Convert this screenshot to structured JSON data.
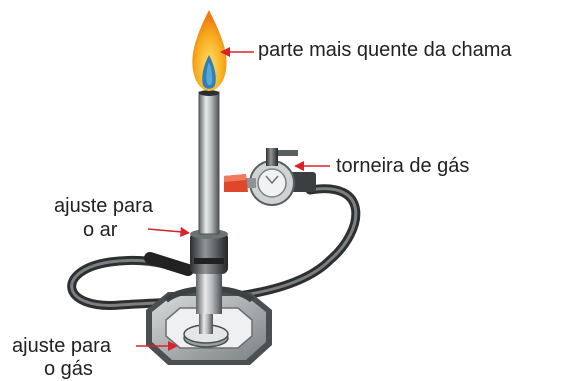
{
  "labels": {
    "hottest_flame": "parte mais quente da chama",
    "gas_valve": "torneira de gás",
    "air_adjust_line1": "ajuste para",
    "air_adjust_line2": "o ar",
    "gas_adjust_line1": "ajuste para",
    "gas_adjust_line2": "o gás"
  },
  "colors": {
    "arrow": "#d9222a",
    "flame_outer": "#f5a31a",
    "flame_inner": "#2f7fb8",
    "valve_handle": "#e0462c",
    "hose": "#3a3a3a"
  }
}
